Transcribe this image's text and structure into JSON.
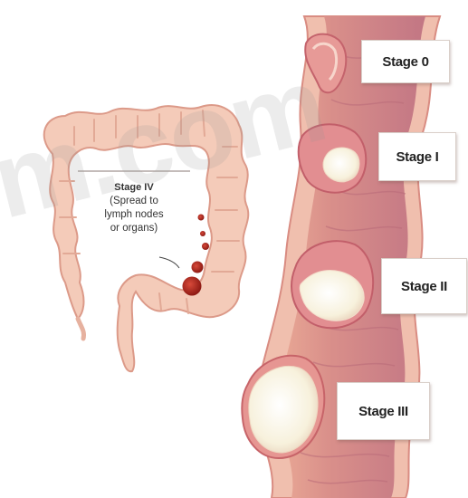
{
  "stages": {
    "stage0": "Stage 0",
    "stage1": "Stage I",
    "stage2": "Stage II",
    "stage3": "Stage III"
  },
  "stage4": {
    "title": "Stage IV",
    "line1": "(Spread to",
    "line2": "lymph nodes",
    "line3": "or organs)"
  },
  "watermark": "m.com",
  "colors": {
    "colon_outer": "#f2c6b4",
    "colon_wall": "#e7a794",
    "colon_lumen": "#c9828a",
    "tumor": "#fbf7ec",
    "tumor_rim": "#e08a8e",
    "node": "#a8261e"
  }
}
